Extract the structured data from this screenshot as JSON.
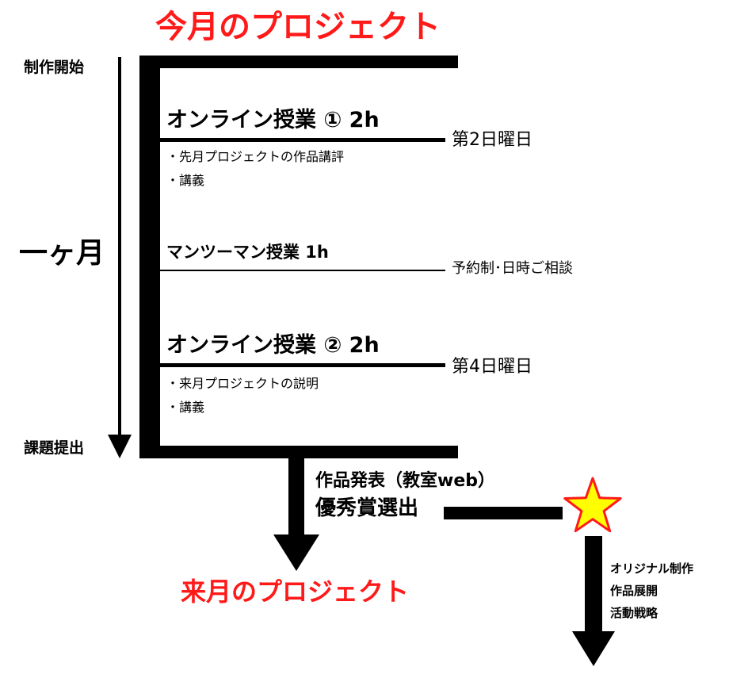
{
  "title": "今月のプロジェクト",
  "footer_title": "来月のプロジェクト",
  "timeline": {
    "start_label": "制作開始",
    "duration_label": "一ヶ月",
    "end_label": "課題提出"
  },
  "sessions": [
    {
      "title": "オンライン授業 ① 2h",
      "schedule": "第2日曜日",
      "bullets": [
        "・先月プロジェクトの作品講評",
        "・講義"
      ]
    },
    {
      "title": "マンツーマン授業 1h",
      "schedule": "予約制･日時ご相談",
      "bullets": []
    },
    {
      "title": "オンライン授業 ② 2h",
      "schedule": "第4日曜日",
      "bullets": [
        "・来月プロジェクトの説明",
        "・講義"
      ]
    }
  ],
  "presentation": {
    "line1": "作品発表（教室web）",
    "line2": "優秀賞選出"
  },
  "award_path": [
    "オリジナル制作",
    "作品展開",
    "活動戦略"
  ],
  "colors": {
    "accent": "#ff1a1a",
    "star_fill": "#ffff00",
    "star_stroke": "#ff1a1a",
    "line": "#000000"
  }
}
